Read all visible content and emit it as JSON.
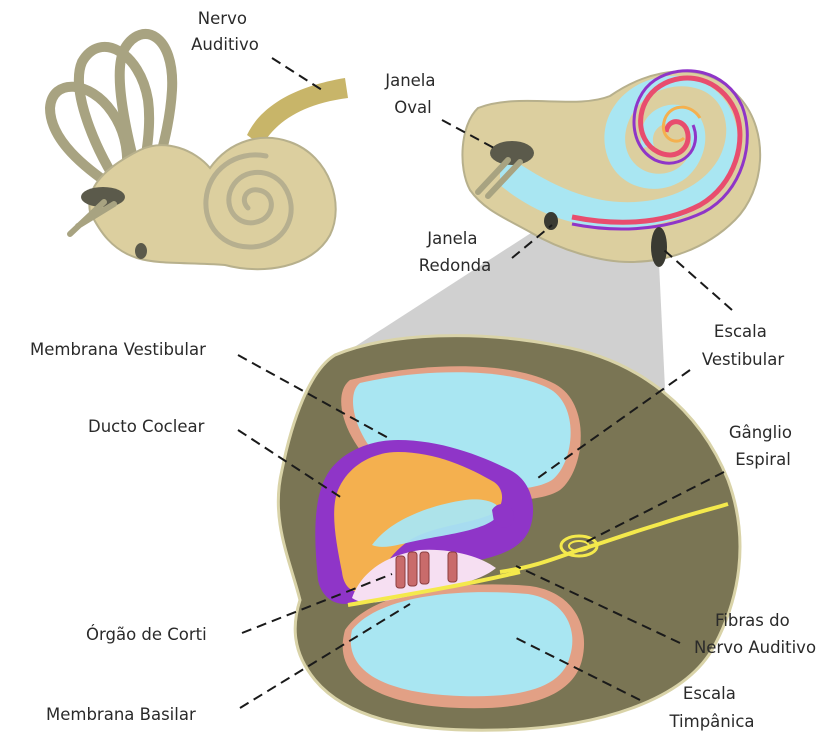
{
  "labels": {
    "nervo_auditivo": [
      "Nervo",
      "Auditivo"
    ],
    "janela_oval": [
      "Janela",
      "Oval"
    ],
    "janela_redonda": [
      "Janela",
      "Redonda"
    ],
    "escala_vestibular": [
      "Escala",
      "Vestibular"
    ],
    "membrana_vestibular": "Membrana Vestibular",
    "ducto_coclear": "Ducto Coclear",
    "ganglio_espiral": [
      "Gânglio",
      "Espiral"
    ],
    "orgao_de_corti": "Órgão de Corti",
    "fibras_nervo": [
      "Fibras do",
      "Nervo Auditivo"
    ],
    "membrana_basilar": "Membrana Basilar",
    "escala_timpanica": [
      "Escala",
      "Timpânica"
    ]
  },
  "colors": {
    "cochlea_fill": "#dccf9f",
    "cochlea_stroke": "#a8a381",
    "nerve": "#c8b569",
    "window": "#5b5a4b",
    "outer_tissue": "#7a7554",
    "scala_fluid": "#a9e6f2",
    "membrane_rim": "#e2a085",
    "duct_purple": "#8f35c8",
    "duct_orange": "#f4b04f",
    "nerve_fibers": "#f4e94c",
    "zoom_cone": "#c9c9c9"
  }
}
